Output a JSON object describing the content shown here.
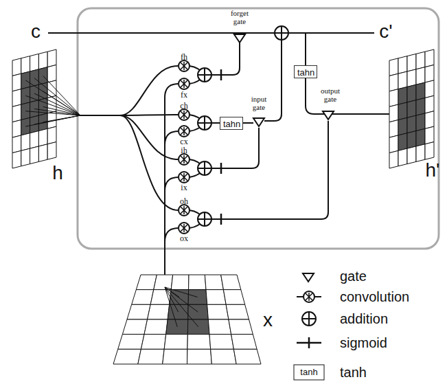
{
  "diagram": {
    "nodes": [
      {
        "text": [
          "tahn"
        ]
      },
      {
        "text": [
          "tahn"
        ]
      }
    ],
    "labels": [
      "c",
      "c'",
      "forget gate",
      "fh",
      "fx",
      "ch",
      "cx",
      "input gate",
      "ih",
      "ix",
      "output gate",
      "oh",
      "ox",
      "h",
      "h'",
      "x",
      "tanh"
    ],
    "legend": [
      {
        "text": "gate"
      },
      {
        "text": "convolution"
      },
      {
        "text": "addition"
      },
      {
        "text": "sigmoid"
      },
      {
        "text": "tanh"
      }
    ]
  }
}
